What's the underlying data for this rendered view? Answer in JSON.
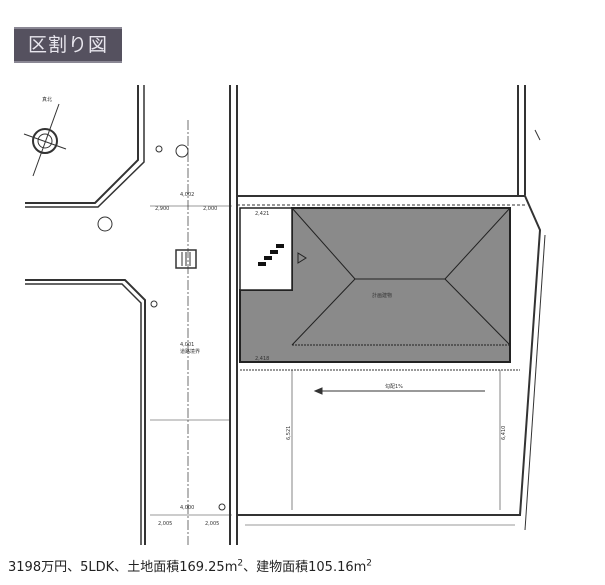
{
  "header": {
    "title": "区割り図"
  },
  "plan": {
    "north_label": "真北",
    "dims": {
      "road_left": "2,900",
      "road_right": "2,000",
      "road_top_width": "4,002",
      "road_mid_width": "4,001",
      "road_bottom_width": "4,000",
      "bottom_left": "2,005",
      "bottom_right": "2,005",
      "stair_top": "2,421",
      "stair_bottom": "2,418",
      "lot_left_depth": "6,521",
      "lot_right_depth": "6,410",
      "slope": "勾配1%"
    },
    "labels": {
      "building": "計画建物",
      "road_marker": "道路境界"
    }
  },
  "caption": {
    "price": "3198万円",
    "layout": "5LDK",
    "land_area_label": "土地面積",
    "land_area": "169.25m",
    "building_area_label": "建物面積",
    "building_area": "105.16m",
    "unit_sup": "2",
    "separator": "、"
  }
}
